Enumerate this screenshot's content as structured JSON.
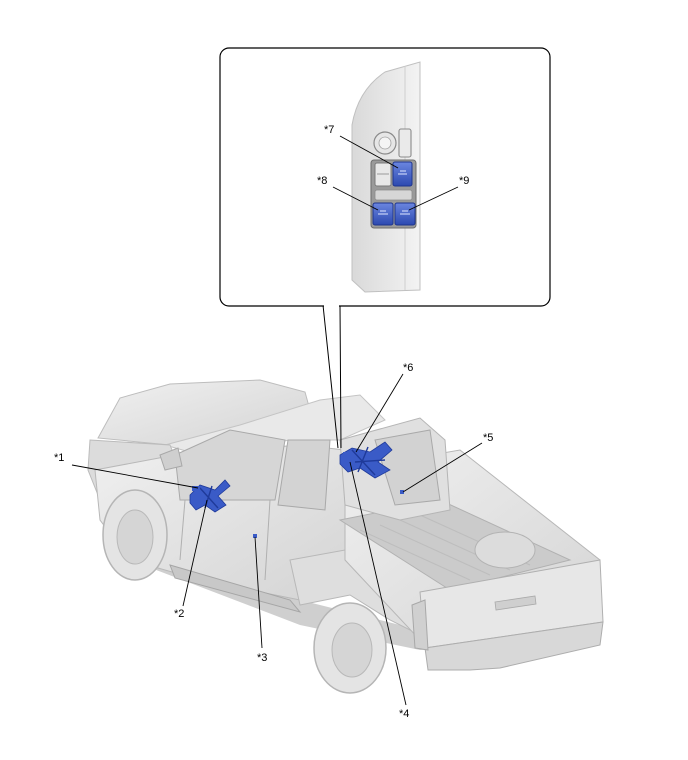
{
  "callouts": {
    "c1": "*1",
    "c2": "*2",
    "c3": "*3",
    "c4": "*4",
    "c5": "*5",
    "c6": "*6",
    "c7": "*7",
    "c8": "*8",
    "c9": "*9"
  },
  "colors": {
    "highlight": "#3a5bc7",
    "vehicle": "#e2e2e2",
    "outline": "#000000"
  }
}
